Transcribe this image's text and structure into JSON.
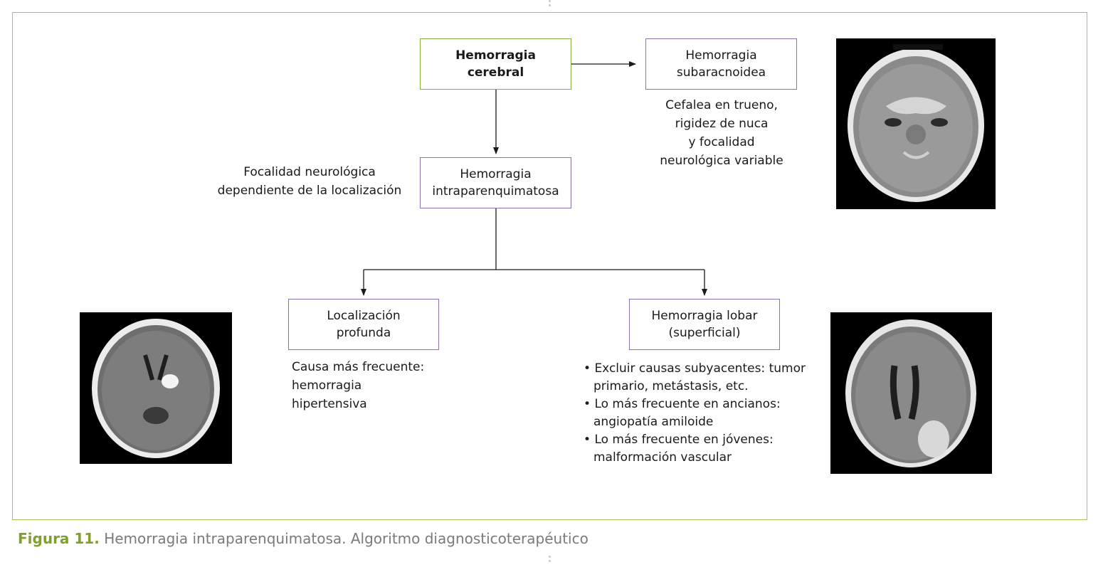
{
  "nodes": {
    "cerebral": [
      "Hemorragia",
      "cerebral"
    ],
    "subarachnoid": [
      "Hemorragia",
      "subaracnoidea"
    ],
    "intraparenchymal": [
      "Hemorragia",
      "intraparenquimatosa"
    ],
    "deep": [
      "Localización",
      "profunda"
    ],
    "lobar": [
      "Hemorragia lobar",
      "(superficial)"
    ]
  },
  "notes": {
    "subarachnoid": [
      "Cefalea en trueno,",
      "rigidez de nuca",
      "y focalidad",
      "neurológica variable"
    ],
    "intraparenchymal": [
      "Focalidad neurológica",
      "dependiente de la localización"
    ],
    "deep": [
      "Causa más frecuente:",
      "hemorragia",
      "hipertensiva"
    ],
    "lobar": [
      [
        "Excluir causas subyacentes: tumor",
        "primario, metástasis, etc."
      ],
      [
        "Lo más frecuente en ancianos:",
        "angiopatía amiloide"
      ],
      [
        "Lo más frecuente en jóvenes:",
        "malformación vascular"
      ]
    ]
  },
  "caption": {
    "label": "Figura 11.",
    "text": "Hemorragia intraparenquimatosa. Algoritmo diagnosticoterapéutico"
  },
  "colors": {
    "frame": "#a8c25a",
    "green_box": "#8bab3a",
    "purple_box": "#8f73ad",
    "caption_label": "#7fa12a",
    "caption_text": "#7a7a7a"
  }
}
